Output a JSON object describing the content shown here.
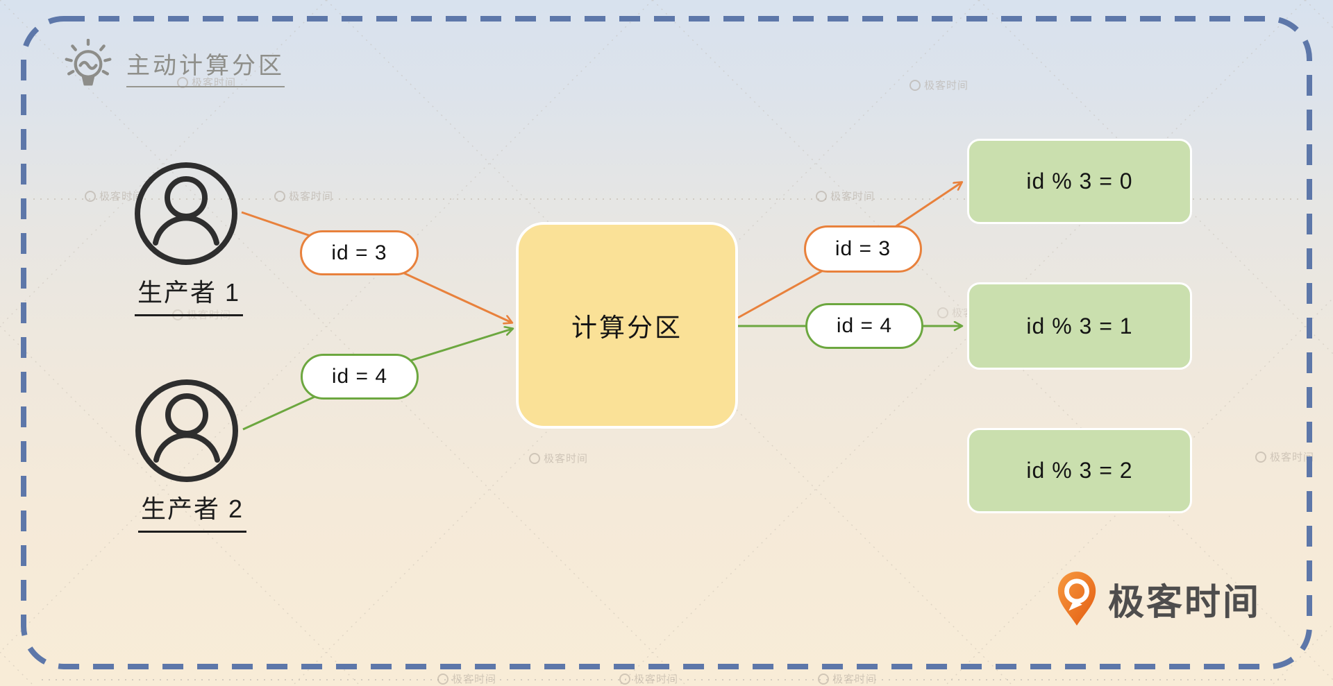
{
  "title": {
    "text": "主动计算分区"
  },
  "producers": [
    {
      "label": "生产者 1"
    },
    {
      "label": "生产者 2"
    }
  ],
  "left_edges": [
    {
      "label": "id = 3",
      "color": "orange"
    },
    {
      "label": "id = 4",
      "color": "green"
    }
  ],
  "right_edges": [
    {
      "label": "id = 3",
      "color": "orange"
    },
    {
      "label": "id = 4",
      "color": "green"
    }
  ],
  "process_box": {
    "label": "计算分区"
  },
  "partitions": [
    {
      "label": "id % 3 = 0"
    },
    {
      "label": "id % 3 = 1"
    },
    {
      "label": "id % 3 = 2"
    }
  ],
  "logo": {
    "text": "极客时间"
  },
  "watermark": {
    "text": "极客时间"
  },
  "colors": {
    "border_dash": "#5d77a9",
    "orange_edge": "#e8813c",
    "green_edge": "#6ca73f",
    "process_fill": "#fae197",
    "partition_fill": "#cadfae",
    "title_gray": "#8e8e89",
    "logo_orange": "#ee6a13",
    "bg_top": "#d8e2ee",
    "bg_bottom": "#f8ecd7"
  }
}
